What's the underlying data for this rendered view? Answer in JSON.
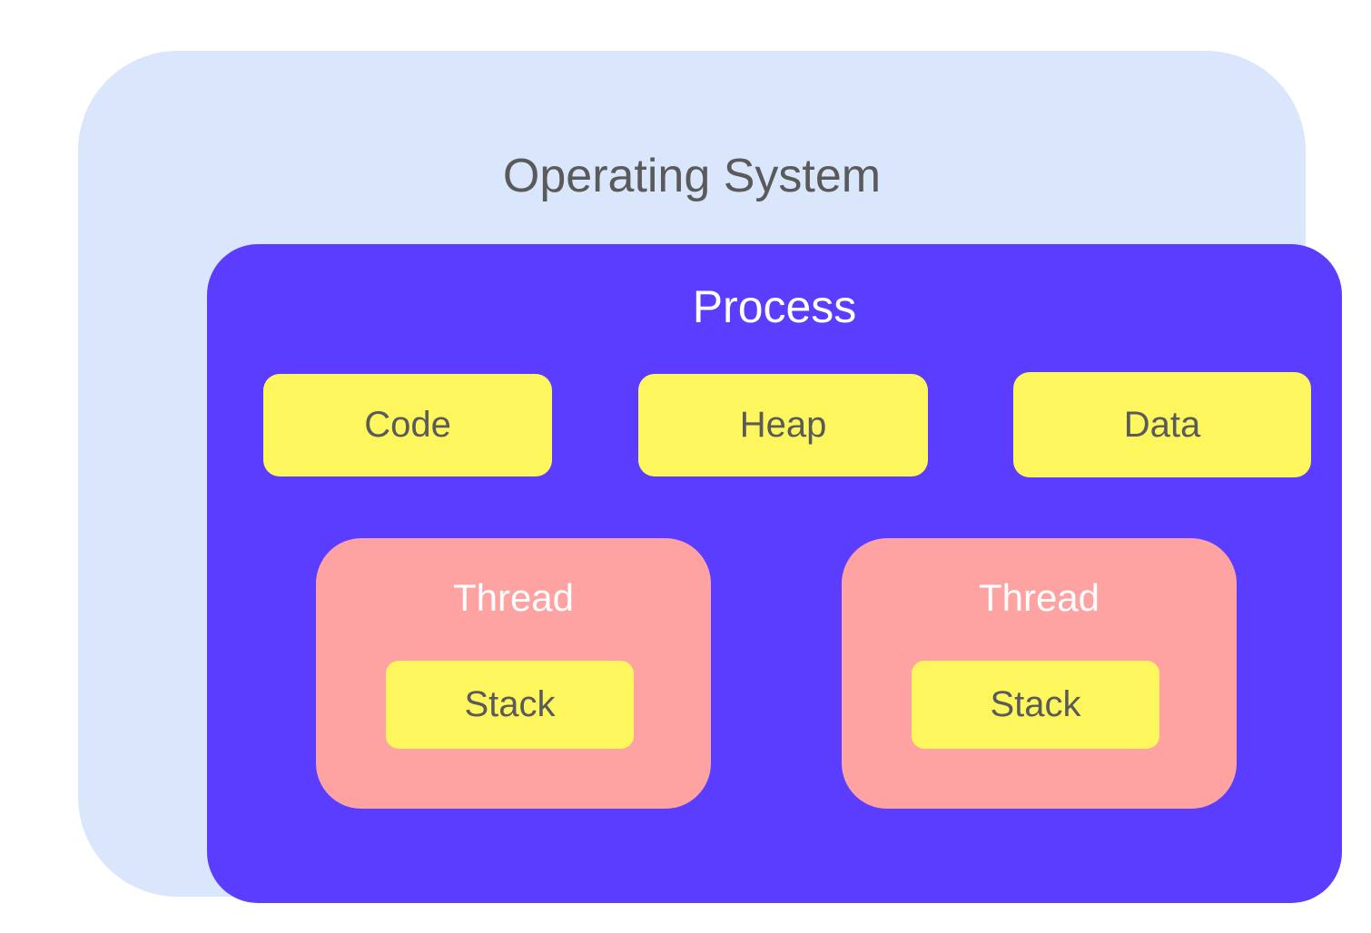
{
  "colors": {
    "os_fill": "#d9e6fc",
    "process_fill": "#5a3dff",
    "segment_fill": "#fdf75d",
    "thread_fill": "#fea2a2",
    "dark_text": "#5a5a5a",
    "light_text": "#ffffff"
  },
  "os": {
    "label": "Operating System"
  },
  "process": {
    "label": "Process",
    "segments": [
      {
        "label": "Code"
      },
      {
        "label": "Heap"
      },
      {
        "label": "Data"
      }
    ],
    "threads": [
      {
        "label": "Thread",
        "stack": "Stack"
      },
      {
        "label": "Thread",
        "stack": "Stack"
      }
    ]
  }
}
